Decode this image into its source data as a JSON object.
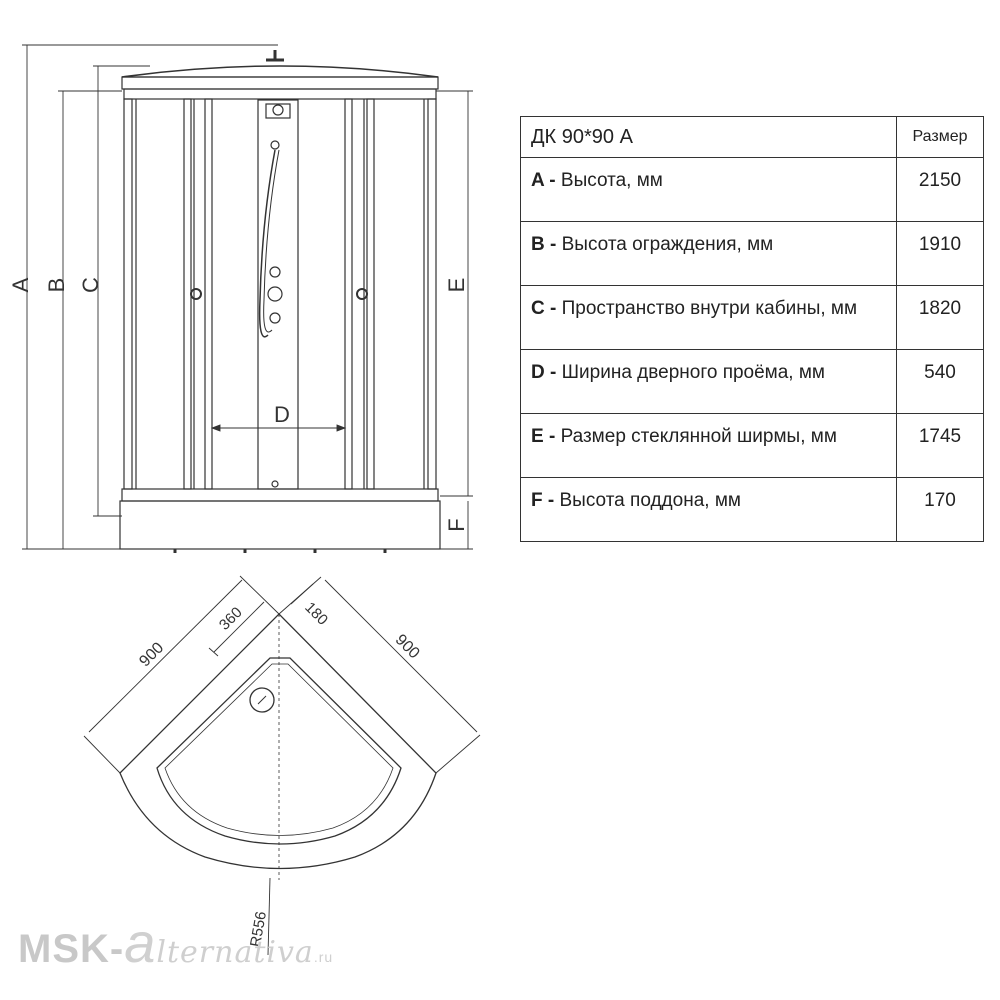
{
  "diagram": {
    "dimension_letters": {
      "a": "A",
      "b": "B",
      "c": "C",
      "d": "D",
      "e": "E",
      "f": "F"
    },
    "tray_dimensions": {
      "width_left": "900",
      "width_right": "900",
      "offset_360": "360",
      "offset_180": "180",
      "radius": "R556"
    }
  },
  "table": {
    "model": "ДК  90*90 А",
    "size_header": "Размер",
    "rows": [
      {
        "letter": "A",
        "label": "Высота, мм",
        "value": "2150"
      },
      {
        "letter": "B",
        "label": "Высота ограждения, мм",
        "value": "1910"
      },
      {
        "letter": "C",
        "label": "Пространство внутри кабины, мм",
        "value": "1820"
      },
      {
        "letter": "D",
        "label": "Ширина дверного проёма, мм",
        "value": "540"
      },
      {
        "letter": "E",
        "label": "Размер стеклянной ширмы, мм",
        "value": "1745"
      },
      {
        "letter": "F",
        "label": "Высота поддона, мм",
        "value": "170"
      }
    ]
  },
  "watermark": {
    "prefix": "MSK-",
    "mid": "a",
    "tail": "lternativa",
    "domain": ".ru"
  }
}
